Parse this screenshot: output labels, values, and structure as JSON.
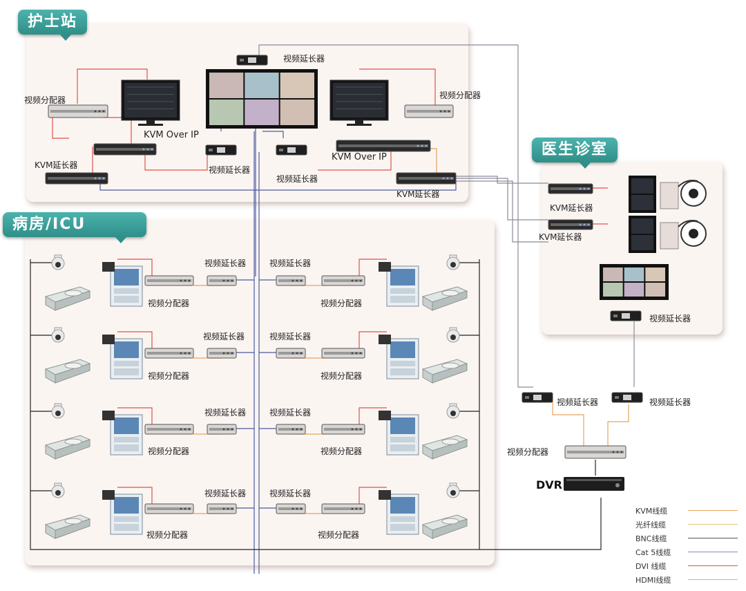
{
  "sections": {
    "nurse_station": "护士站",
    "ward_icu": "病房/ICU",
    "doctor_office": "医生诊室"
  },
  "labels": {
    "video_extender": "视频延长器",
    "video_splitter": "视频分配器",
    "kvm_extender": "KVM延长器",
    "kvm_over_ip": "KVM Over IP",
    "dvr": "DVR"
  },
  "legend": [
    {
      "label": "KVM线缆",
      "color": "#e8a35a"
    },
    {
      "label": "光纤线缆",
      "color": "#e7c77c"
    },
    {
      "label": "BNC线缆",
      "color": "#555555"
    },
    {
      "label": "Cat 5线缆",
      "color": "#8a8aa8"
    },
    {
      "label": "DVI 线缆",
      "color": "#e0504a"
    },
    {
      "label": "HDMI线缆",
      "color": "#b8b8b8"
    }
  ],
  "colors": {
    "panel_bg": "#fbf5f2",
    "tag_bg": "#3aa19b",
    "line_red": "#e0504a",
    "line_orange": "#e8a35a",
    "line_blue": "#4a5aa0",
    "line_black": "#222222",
    "line_gray": "#8a8a9a"
  },
  "icons": [
    "monitor-icon",
    "video-wall-icon",
    "extender-box-icon",
    "splitter-box-icon",
    "kvm-switch-icon",
    "dome-camera-icon",
    "hospital-bed-icon",
    "patient-monitor-icon",
    "doctor-workstation-icon",
    "dvr-recorder-icon"
  ]
}
